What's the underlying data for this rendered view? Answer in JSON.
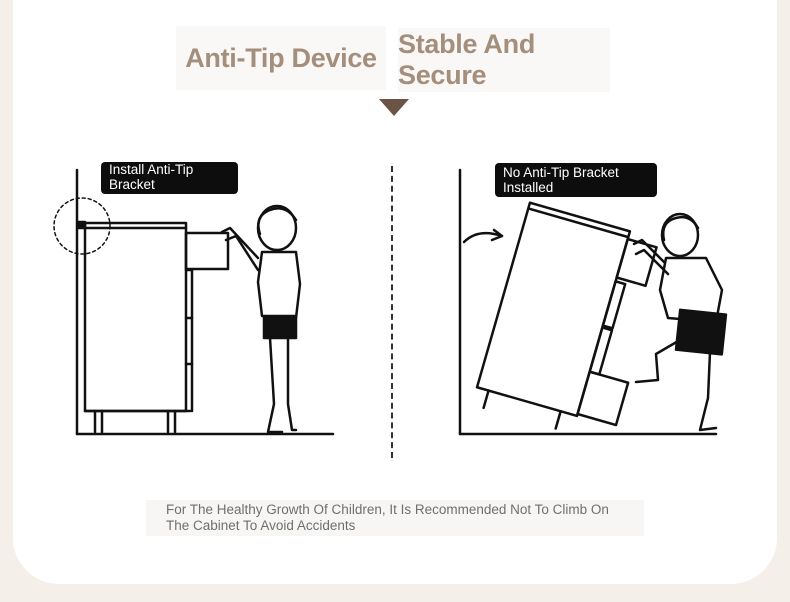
{
  "header": {
    "title_left": "Anti-Tip Device",
    "title_right": "Stable And Secure"
  },
  "left_panel": {
    "callout": "Install Anti-Tip Bracket"
  },
  "right_panel": {
    "callout": "No Anti-Tip Bracket Installed"
  },
  "footer": {
    "note": "For The Healthy Growth Of Children, It Is Recommended Not To Climb On The Cabinet To Avoid Accidents"
  },
  "colors": {
    "title": "#a48e7c",
    "arrow": "#6b5446",
    "background": "#f5efe9",
    "card": "#ffffff"
  }
}
